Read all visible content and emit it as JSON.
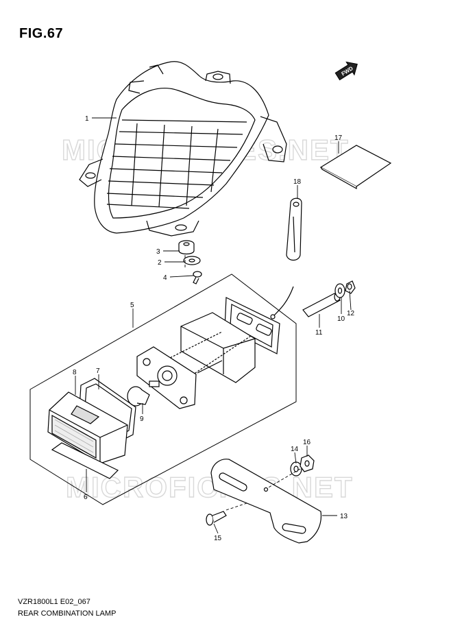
{
  "figure": {
    "title": "FIG.67",
    "fwd_label": "FWD",
    "watermark": "MICROFICHES.NET",
    "code": "VZR1800L1 E02_067",
    "name": "REAR COMBINATION LAMP"
  },
  "callouts": [
    "1",
    "2",
    "3",
    "4",
    "5",
    "6",
    "7",
    "8",
    "9",
    "10",
    "11",
    "12",
    "13",
    "14",
    "15",
    "16",
    "17",
    "18"
  ]
}
